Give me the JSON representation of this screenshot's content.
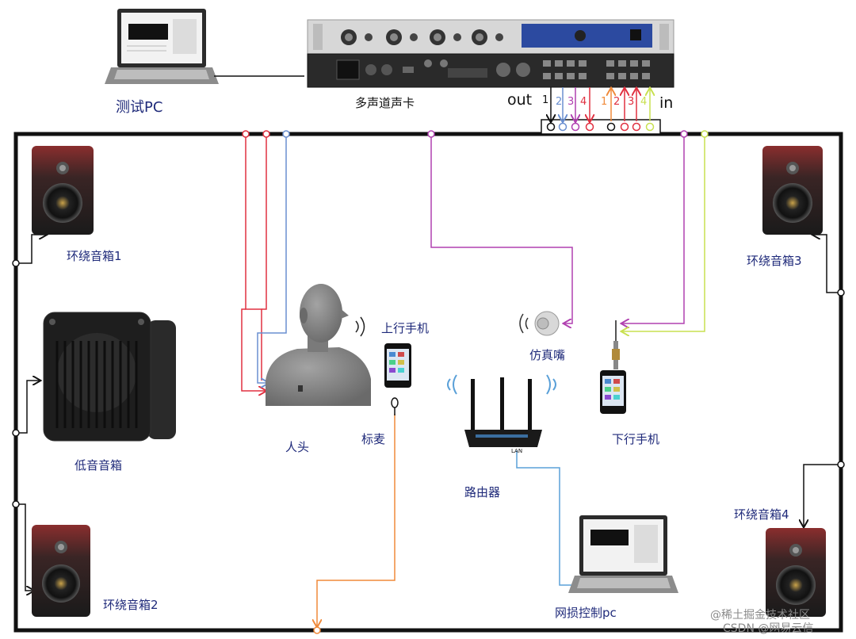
{
  "labels": {
    "test_pc": "测试PC",
    "soundcard": "多声道声卡",
    "out": "out",
    "in": "in",
    "surround1": "环绕音箱1",
    "surround2": "环绕音箱2",
    "surround3": "环绕音箱3",
    "surround4": "环绕音箱4",
    "subwoofer": "低音音箱",
    "head": "人头",
    "uplink_phone": "上行手机",
    "reference_mic": "标麦",
    "artificial_mouth": "仿真嘴",
    "router": "路由器",
    "downlink_phone": "下行手机",
    "netem_pc": "网损控制pc",
    "router_port": "LAN"
  },
  "out_channels": [
    "1",
    "2",
    "3",
    "4"
  ],
  "in_channels": [
    "1",
    "2",
    "3",
    "4"
  ],
  "watermark": {
    "line1": "@稀土掘金技术社区",
    "line2": "CSDN @网易云信"
  },
  "colors": {
    "frame": "#111111",
    "label": "#1f2a7a",
    "ch_black": "#111111",
    "ch_blue": "#6a8fd0",
    "ch_purple": "#b040b0",
    "ch_red": "#e03040",
    "ch_orange": "#f08a3a",
    "ch_yellowgreen": "#c8e050",
    "lan": "#5aa0d8"
  }
}
